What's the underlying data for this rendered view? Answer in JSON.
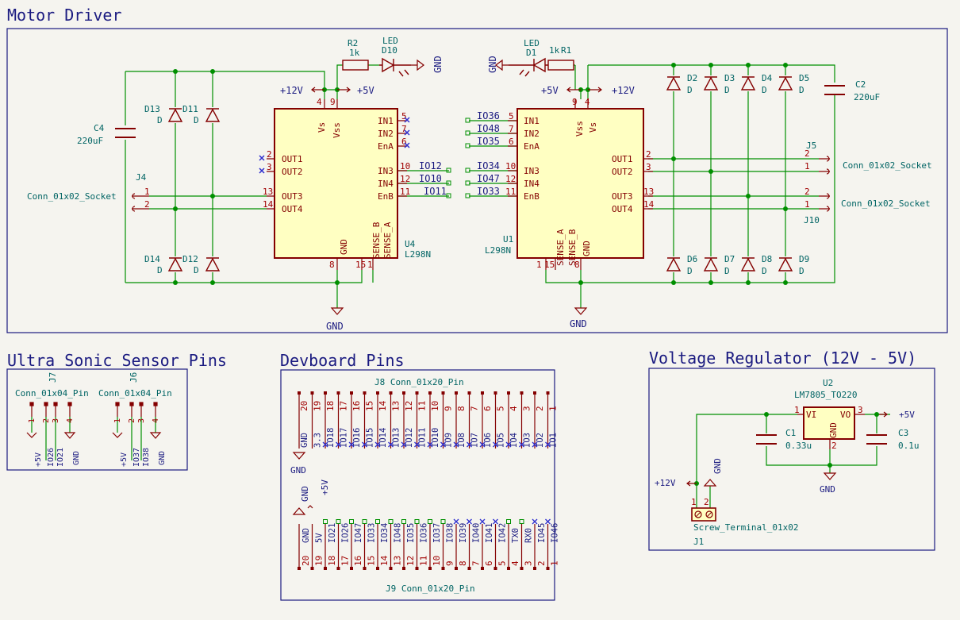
{
  "colors": {
    "background": "#f5f4ef",
    "sheet_frame": "#1a1a80",
    "wire": "#008f00",
    "component": "#840000",
    "component_fill": "#ffffc2",
    "label_text": "#1a1a80",
    "ref_text": "#006464",
    "pin_num": "#a00000",
    "noconnect": "#2f2fcf"
  },
  "sections": {
    "motor": "Motor Driver",
    "ultra": "Ultra Sonic Sensor Pins",
    "dev": "Devboard Pins",
    "vreg": "Voltage Regulator (12V - 5V)"
  },
  "u4": {
    "ref": "U4",
    "value": "L298N",
    "pins": {
      "vs": "Vs",
      "vss": "Vss",
      "in1": "IN1",
      "in2": "IN2",
      "ena": "EnA",
      "out1": "OUT1",
      "out2": "OUT2",
      "in3": "IN3",
      "in4": "IN4",
      "enb": "EnB",
      "out3": "OUT3",
      "out4": "OUT4",
      "gnd": "GND",
      "sense_b": "SENSE_B",
      "sense_a": "SENSE_A"
    },
    "nums": {
      "p4": "4",
      "p9": "9",
      "p5": "5",
      "p7": "7",
      "p6": "6",
      "p2": "2",
      "p3": "3",
      "p10": "10",
      "p12": "12",
      "p11": "11",
      "p13": "13",
      "p14": "14",
      "p8": "8",
      "p15": "15",
      "p1": "1"
    },
    "labels": {
      "in3": "IO12",
      "in4": "IO10",
      "enb": "IO11"
    }
  },
  "u1": {
    "ref": "U1",
    "value": "L298N",
    "pins": {
      "in1": "IN1",
      "in2": "IN2",
      "ena": "EnA",
      "in3": "IN3",
      "in4": "IN4",
      "enb": "EnB",
      "vss": "Vss",
      "vs": "Vs",
      "out1": "OUT1",
      "out2": "OUT2",
      "out3": "OUT3",
      "out4": "OUT4",
      "sense_a": "SENSE_A",
      "sense_b": "SENSE_B",
      "gnd": "GND"
    },
    "nums": {
      "p5": "5",
      "p7": "7",
      "p6": "6",
      "p10": "10",
      "p12": "12",
      "p11": "11",
      "p9": "9",
      "p4": "4",
      "p2": "2",
      "p3": "3",
      "p13": "13",
      "p14": "14",
      "p1": "1",
      "p15": "15",
      "p8": "8"
    },
    "labels": {
      "in1": "IO36",
      "in2": "IO48",
      "ena": "IO35",
      "in3": "IO34",
      "in4": "IO47",
      "enb": "IO33"
    }
  },
  "power": {
    "v12": "+12V",
    "v5": "+5V",
    "gnd": "GND"
  },
  "r2": {
    "ref": "R2",
    "val": "1k"
  },
  "d10": {
    "ref": "D10",
    "val": "LED"
  },
  "r1": {
    "ref": "R1",
    "val": "1k"
  },
  "d1": {
    "ref": "D1",
    "val": "LED"
  },
  "c4": {
    "ref": "C4",
    "val": "220uF"
  },
  "c2": {
    "ref": "C2",
    "val": "220uF"
  },
  "diode_value": "D",
  "diodes": {
    "d13": "D13",
    "d11": "D11",
    "d14": "D14",
    "d12": "D12",
    "d2": "D2",
    "d3": "D3",
    "d4": "D4",
    "d5": "D5",
    "d6": "D6",
    "d7": "D7",
    "d8": "D8",
    "d9": "D9"
  },
  "j4": {
    "ref": "J4",
    "val": "Conn_01x02_Socket",
    "p1": "1",
    "p2": "2"
  },
  "j5": {
    "ref": "J5",
    "val": "Conn_01x02_Socket",
    "p2": "2",
    "p1": "1"
  },
  "j10": {
    "ref": "J10",
    "val": "Conn_01x02_Socket",
    "p2": "2",
    "p1": "1"
  },
  "j7": {
    "ref": "J7",
    "val": "Conn_01x04_Pin",
    "labels": [
      "+5V",
      "IO26",
      "IO21",
      "GND"
    ],
    "nums": [
      "1",
      "2",
      "3",
      "4"
    ]
  },
  "j6": {
    "ref": "J6",
    "val": "Conn_01x04_Pin",
    "labels": [
      "+5V",
      "IO37",
      "IO38",
      "GND"
    ],
    "nums": [
      "1",
      "2",
      "3",
      "4"
    ]
  },
  "j8": {
    "title": "J8 Conn_01x20_Pin",
    "nums": [
      "20",
      "19",
      "18",
      "17",
      "16",
      "15",
      "14",
      "13",
      "12",
      "11",
      "10",
      "9",
      "8",
      "7",
      "6",
      "5",
      "4",
      "3",
      "2",
      "1"
    ],
    "labels": [
      "GND",
      "3.3",
      "IO18",
      "IO17",
      "IO16",
      "IO15",
      "IO14",
      "IO13",
      "IO12",
      "IO11",
      "IO10",
      "IO9",
      "IO8",
      "IO7",
      "IO6",
      "IO5",
      "IO4",
      "IO3",
      "IO2",
      "IO1"
    ]
  },
  "j9": {
    "title": "J9 Conn_01x20_Pin",
    "nums": [
      "20",
      "19",
      "18",
      "17",
      "16",
      "15",
      "14",
      "13",
      "12",
      "11",
      "10",
      "9",
      "8",
      "7",
      "6",
      "5",
      "4",
      "3",
      "2",
      "1"
    ],
    "labels": [
      "GND",
      "5V",
      "IO21",
      "IO26",
      "IO47",
      "IO33",
      "IO34",
      "IO48",
      "IO35",
      "IO36",
      "IO37",
      "IO38",
      "IO39",
      "IO40",
      "IO41",
      "IO42",
      "TX0",
      "RX0",
      "IO45",
      "IO46"
    ]
  },
  "u2": {
    "ref": "U2",
    "val": "LM7805_TO220",
    "vi": "VI",
    "vo": "VO",
    "gnd": "GND",
    "p1": "1",
    "p3": "3",
    "p2": "2"
  },
  "c1": {
    "ref": "C1",
    "val": "0.33u"
  },
  "c3": {
    "ref": "C3",
    "val": "0.1u"
  },
  "j1": {
    "ref": "J1",
    "val": "Screw_Terminal_01x02",
    "p1": "1",
    "p2": "2"
  }
}
